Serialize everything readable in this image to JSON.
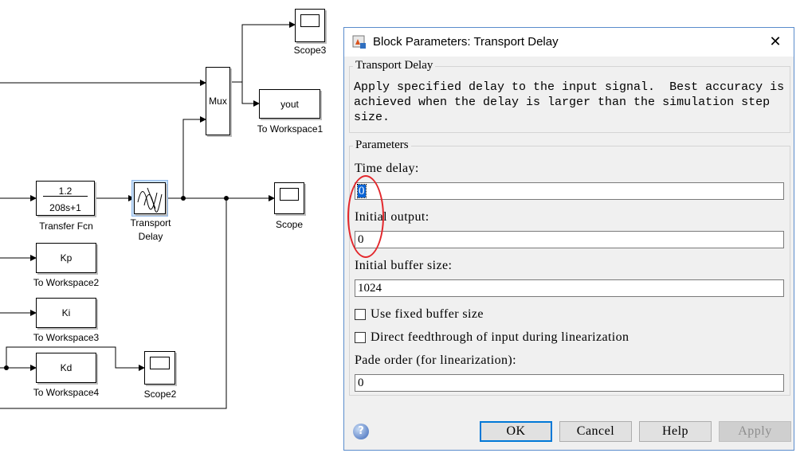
{
  "diagram": {
    "blocks": {
      "scope3": {
        "caption": "Scope3"
      },
      "mux": {
        "label": "Mux"
      },
      "yout": {
        "label": "yout",
        "caption": "To Workspace1"
      },
      "transfer_fcn": {
        "numerator": "1.2",
        "denominator": "208s+1",
        "caption": "Transfer Fcn"
      },
      "transport_delay": {
        "caption_line1": "Transport",
        "caption_line2": "Delay"
      },
      "scope": {
        "caption": "Scope"
      },
      "kp": {
        "label": "Kp",
        "caption": "To Workspace2"
      },
      "ki": {
        "label": "Ki",
        "caption": "To Workspace3"
      },
      "kd": {
        "label": "Kd",
        "caption": "To Workspace4"
      },
      "scope2": {
        "caption": "Scope2"
      }
    }
  },
  "dialog": {
    "title": "Block Parameters: Transport Delay",
    "close_glyph": "✕",
    "block_group": {
      "legend": "Transport Delay",
      "description": "Apply specified delay to the input signal.  Best accuracy is\nachieved when the delay is larger than the simulation step\nsize."
    },
    "params_group": {
      "legend": "Parameters",
      "time_delay_label": "Time delay:",
      "time_delay_value": "0",
      "initial_output_label": "Initial output:",
      "initial_output_value": "0",
      "buffer_size_label": "Initial buffer size:",
      "buffer_size_value": "1024",
      "fixed_buffer_label": "Use fixed buffer size",
      "direct_feedthrough_label": "Direct feedthrough of input during linearization",
      "pade_order_label": "Pade order (for linearization):",
      "pade_order_value": "0"
    },
    "buttons": {
      "ok": "OK",
      "cancel": "Cancel",
      "help": "Help",
      "apply": "Apply"
    },
    "help_icon_glyph": "?"
  },
  "colors": {
    "accent": "#0078d7",
    "annotation": "#e3262b",
    "dialog_bg": "#f0f0f0"
  }
}
